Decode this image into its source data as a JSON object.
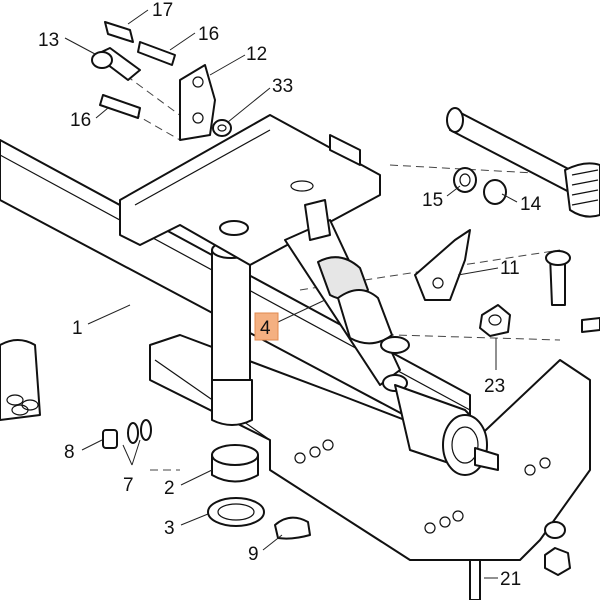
{
  "callouts": {
    "c1": "1",
    "c2": "2",
    "c3": "3",
    "c4": "4",
    "c7": "7",
    "c8": "8",
    "c9": "9",
    "c11": "11",
    "c12": "12",
    "c13": "13",
    "c14": "14",
    "c15": "15",
    "c16a": "16",
    "c16b": "16",
    "c17": "17",
    "c21": "21",
    "c23": "23",
    "c33": "33"
  },
  "highlight_color": "#f4b081"
}
